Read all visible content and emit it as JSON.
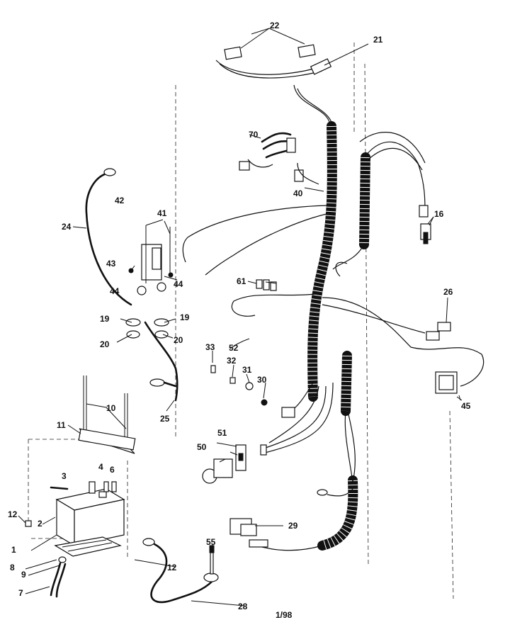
{
  "diagram": {
    "callouts": [
      {
        "id": "c22",
        "text": "22"
      },
      {
        "id": "c21",
        "text": "21"
      },
      {
        "id": "c70",
        "text": "70"
      },
      {
        "id": "c40",
        "text": "40"
      },
      {
        "id": "c16",
        "text": "16"
      },
      {
        "id": "c42",
        "text": "42"
      },
      {
        "id": "c41",
        "text": "41"
      },
      {
        "id": "c24",
        "text": "24"
      },
      {
        "id": "c43",
        "text": "43"
      },
      {
        "id": "c44a",
        "text": "44"
      },
      {
        "id": "c44b",
        "text": "44"
      },
      {
        "id": "c61",
        "text": "61"
      },
      {
        "id": "c26",
        "text": "26"
      },
      {
        "id": "c19a",
        "text": "19"
      },
      {
        "id": "c19b",
        "text": "19"
      },
      {
        "id": "c20a",
        "text": "20"
      },
      {
        "id": "c20b",
        "text": "20"
      },
      {
        "id": "c52",
        "text": "52"
      },
      {
        "id": "c33",
        "text": "33"
      },
      {
        "id": "c32",
        "text": "32"
      },
      {
        "id": "c31",
        "text": "31"
      },
      {
        "id": "c30",
        "text": "30"
      },
      {
        "id": "c45",
        "text": "45"
      },
      {
        "id": "c25",
        "text": "25"
      },
      {
        "id": "c10",
        "text": "10"
      },
      {
        "id": "c11",
        "text": "11"
      },
      {
        "id": "c51",
        "text": "51"
      },
      {
        "id": "c50",
        "text": "50"
      },
      {
        "id": "c3",
        "text": "3"
      },
      {
        "id": "c4",
        "text": "4"
      },
      {
        "id": "c6",
        "text": "6"
      },
      {
        "id": "c12a",
        "text": "12"
      },
      {
        "id": "c2",
        "text": "2"
      },
      {
        "id": "c29",
        "text": "29"
      },
      {
        "id": "c1",
        "text": "1"
      },
      {
        "id": "c55",
        "text": "55"
      },
      {
        "id": "c8",
        "text": "8"
      },
      {
        "id": "c12b",
        "text": "12"
      },
      {
        "id": "c9",
        "text": "9"
      },
      {
        "id": "c7",
        "text": "7"
      },
      {
        "id": "c28",
        "text": "28"
      }
    ],
    "footer": "1/98"
  }
}
